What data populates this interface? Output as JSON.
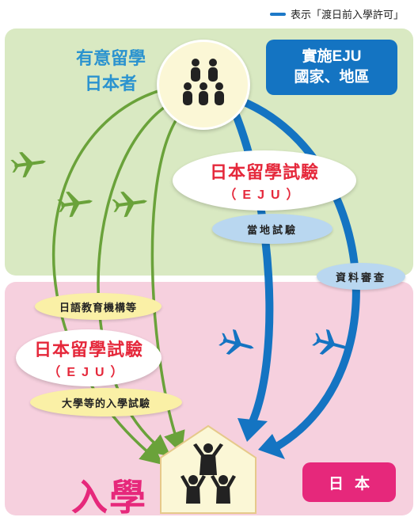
{
  "legend": {
    "label": "表示「渡日前入學許可」",
    "color": "#1d79c8"
  },
  "aspirants": {
    "line1": "有意留學",
    "line2": "日本者"
  },
  "eju_country": {
    "line1": "實施EJU",
    "line2": "國家、地區"
  },
  "eju_exam_top": {
    "title": "日本留學試驗",
    "sub": "（EJU）"
  },
  "local_exam": "當地試驗",
  "document_review": "資料審查",
  "japanese_school": "日語教育機構等",
  "eju_exam_bottom": {
    "title": "日本留學試驗",
    "sub": "（EJU）"
  },
  "university_exam": "大學等的入學試驗",
  "admission": "入學",
  "japan": "日本",
  "colors": {
    "green_region": "#d9e9c2",
    "pink_region": "#f6d0de",
    "blue_arrow": "#1474c2",
    "green_arrow": "#6aa23a",
    "magenta": "#e6287b",
    "red_text": "#e5283b"
  },
  "icons": [
    "people-group-icon",
    "airplane-icon",
    "admitted-students-icon"
  ]
}
